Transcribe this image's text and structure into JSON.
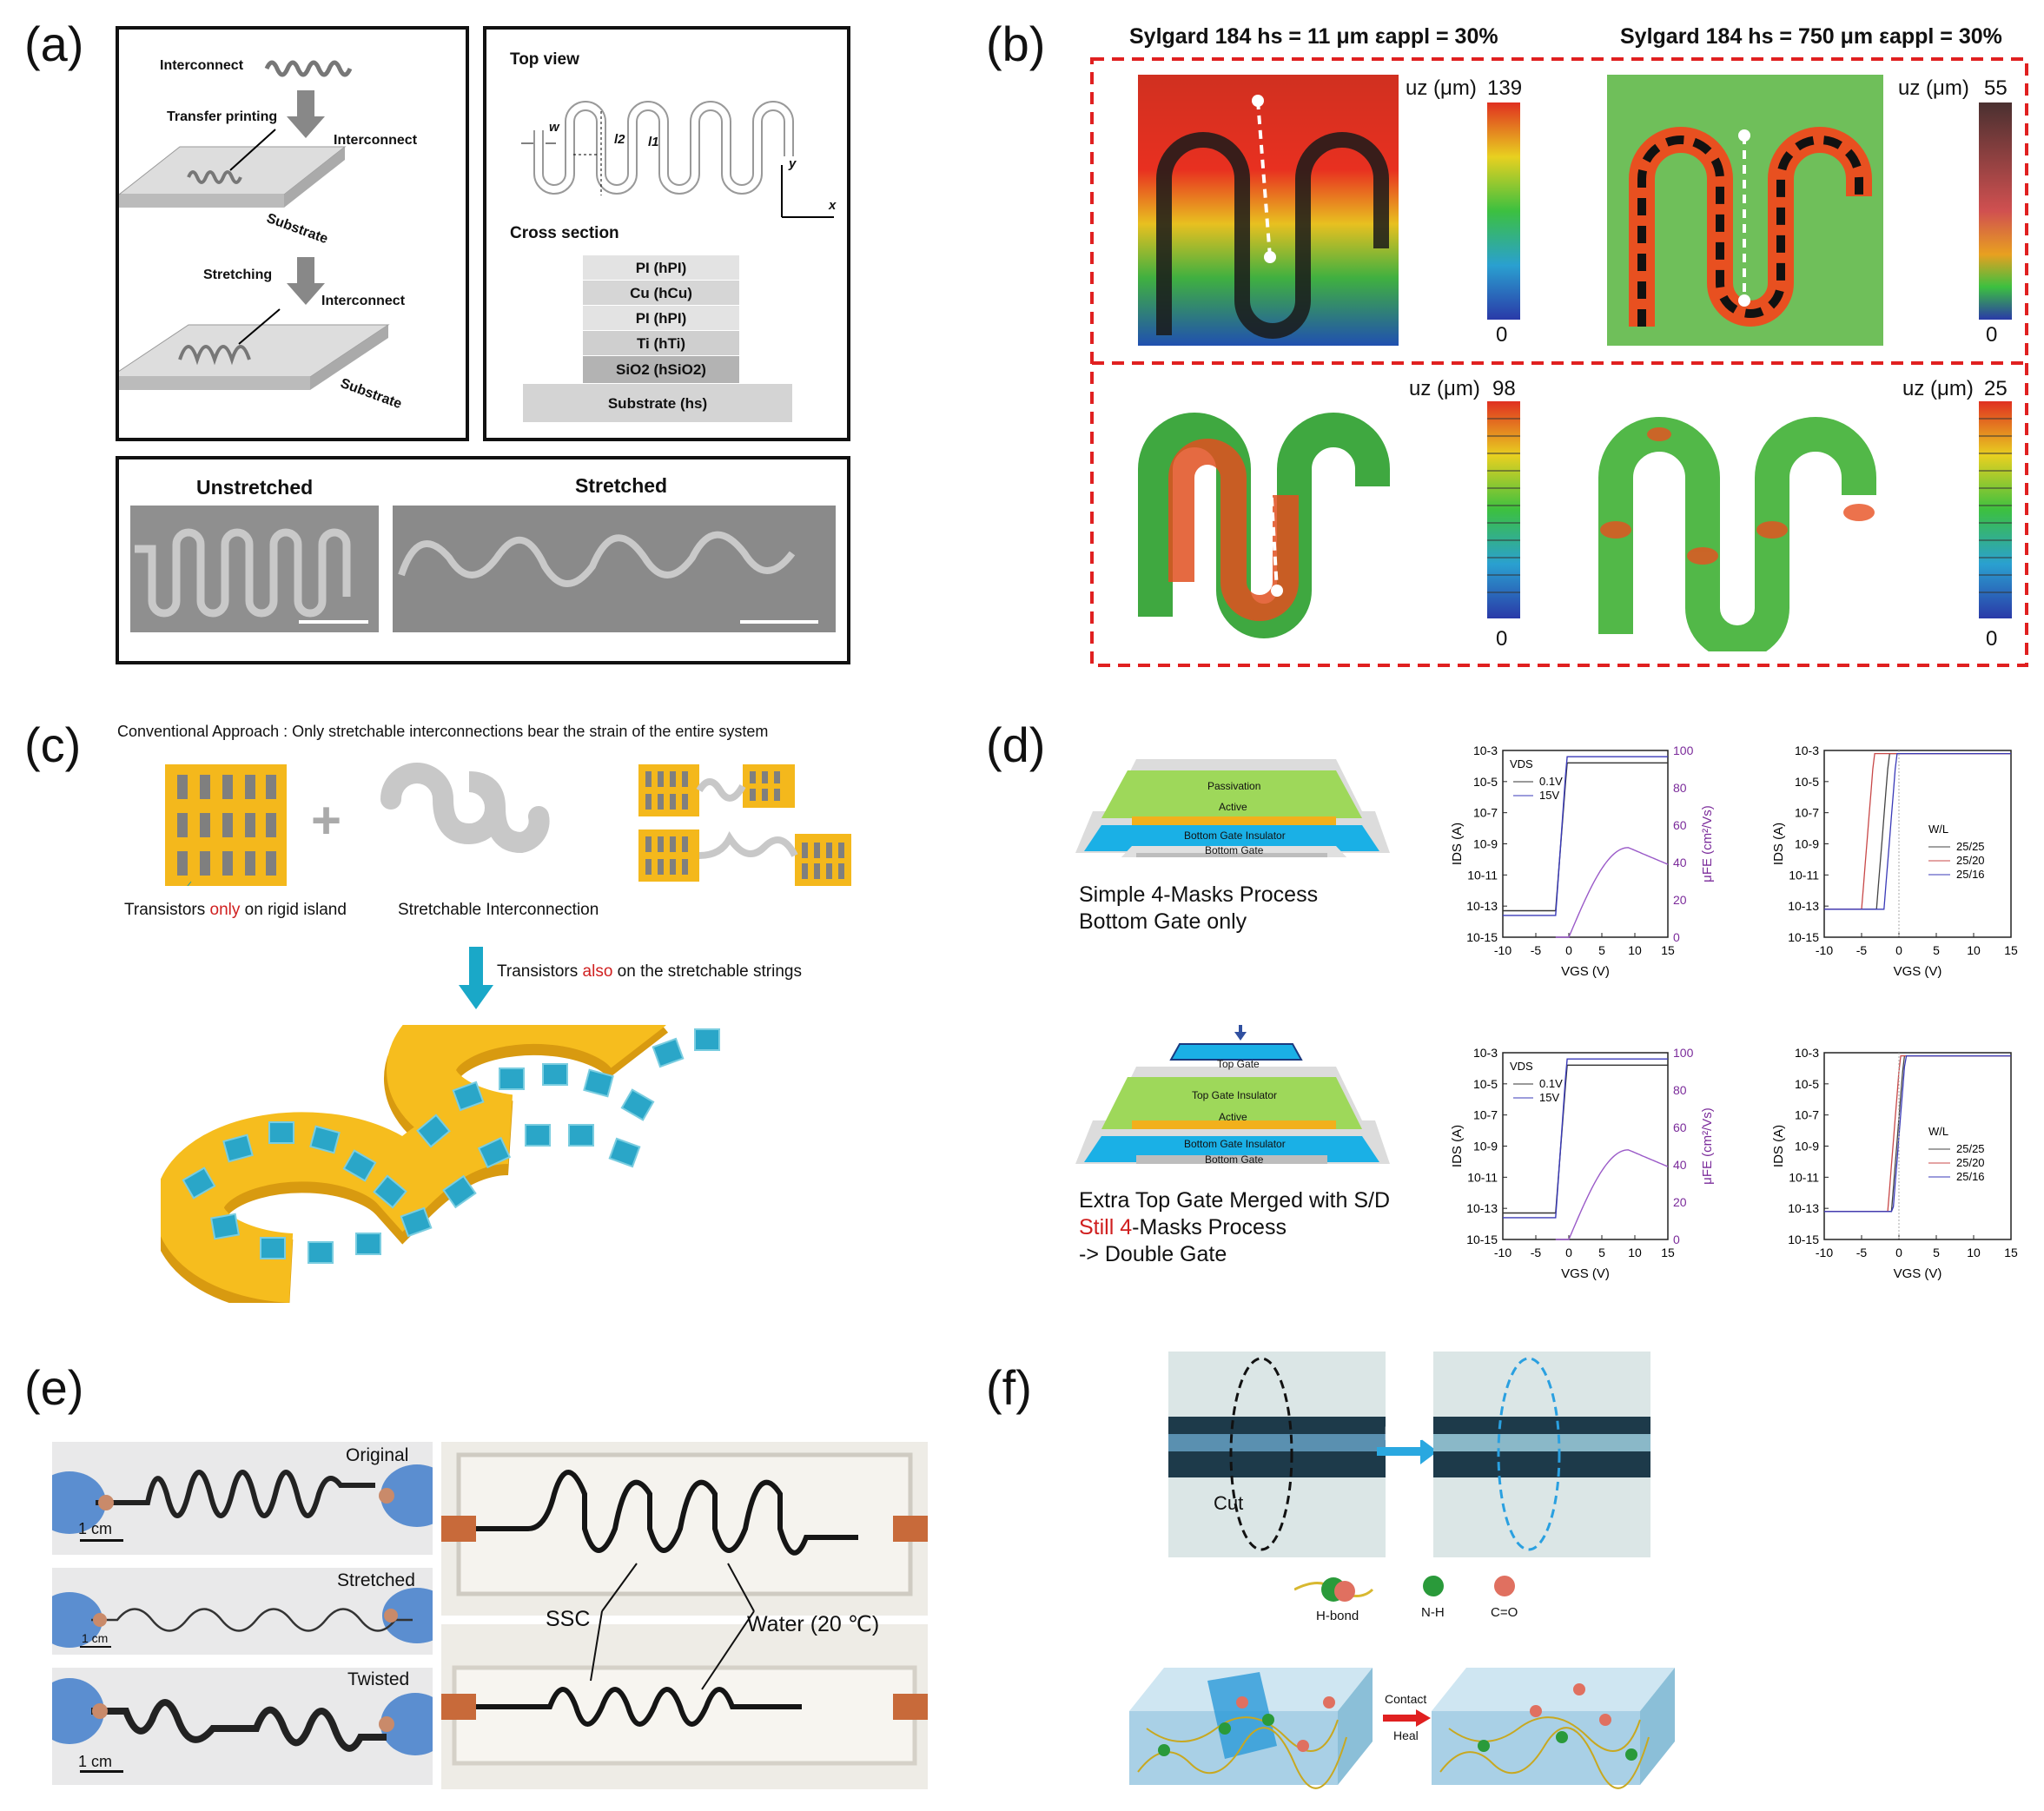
{
  "panels": {
    "a": "(a)",
    "b": "(b)",
    "c": "(c)",
    "d": "(d)",
    "e": "(e)",
    "f": "(f)"
  },
  "a": {
    "interconnect": "Interconnect",
    "transfer": "Transfer printing",
    "interconnect2": "Interconnect",
    "substrate": "Substrate",
    "stretching": "Stretching",
    "interconnect3": "Interconnect",
    "substrate2": "Substrate",
    "top_view": "Top view",
    "w": "w",
    "l2": "l2",
    "l1": "l1",
    "y": "y",
    "x": "x",
    "cross_section": "Cross section",
    "layers": [
      "PI (hPI)",
      "Cu (hCu)",
      "PI (hPI)",
      "Ti (hTi)",
      "SiO2 (hSiO2)",
      "Substrate (hs)"
    ],
    "unstretched": "Unstretched",
    "stretched": "Stretched"
  },
  "b": {
    "title_left": "Sylgard 184  hs = 11 μm εappl = 30%",
    "title_right": "Sylgard 184  hs = 750 μm εappl = 30%",
    "cb": [
      {
        "label": "uz (μm)",
        "max": "139",
        "min": "0"
      },
      {
        "label": "uz (μm)",
        "max": "55",
        "min": "0"
      },
      {
        "label": "uz (μm)",
        "max": "98",
        "min": "0"
      },
      {
        "label": "uz (μm)",
        "max": "25",
        "min": "0"
      }
    ]
  },
  "c": {
    "conventional": "Conventional Approach : Only stretchable interconnections bear the strain of the entire system",
    "plus": "+",
    "transistors_pre": "Transistors ",
    "only": "only",
    "transistors_post": " on rigid island",
    "stretchable": "Stretchable Interconnection",
    "also_pre": "Transistors ",
    "also": "also",
    "also_post": " on the stretchable strings"
  },
  "d": {
    "top": {
      "passivation": "Passivation",
      "active": "Active",
      "bgi": "Bottom Gate Insulator",
      "bg": "Bottom Gate",
      "line1": "Simple 4-Masks Process",
      "line2": "Bottom Gate only"
    },
    "bottom": {
      "tg": "Top Gate",
      "tgi": "Top Gate Insulator",
      "active": "Active",
      "bgi": "Bottom Gate Insulator",
      "bg": "Bottom Gate",
      "line1": "Extra Top Gate Merged with S/D",
      "line2_red": "Still 4",
      "line2_rest": "-Masks Process",
      "line3": "-> Double Gate"
    },
    "plots": {
      "yticks": [
        "10-3",
        "10-5",
        "10-7",
        "10-9",
        "10-11",
        "10-13",
        "10-15"
      ],
      "xticks": [
        "-10",
        "-5",
        "0",
        "5",
        "10",
        "15"
      ],
      "y2ticks": [
        "100",
        "80",
        "60",
        "40",
        "20",
        "0"
      ],
      "ylabel": "IDS (A)",
      "xlabel": "VGS (V)",
      "y2label": "μFE (cm²/Vs)",
      "vds": "VDS",
      "v01": "0.1V",
      "v15": "15V",
      "wl": "W/L",
      "wl_vals": [
        "25/25",
        "25/20",
        "25/16"
      ]
    }
  },
  "e": {
    "original": "Original",
    "stretched": "Stretched",
    "twisted": "Twisted",
    "scale": "1 cm",
    "ssc": "SSC",
    "water": "Water (20 ℃)"
  },
  "f": {
    "cut": "Cut",
    "heal": "Heal",
    "hbond": "H-bond",
    "nh": "N-H",
    "co": "C=O",
    "contact": "Contact",
    "heal2": "Heal"
  },
  "chart_data": [
    {
      "type": "line",
      "panel": "d-top-left",
      "xlabel": "VGS (V)",
      "ylabel": "IDS (A)",
      "y2label": "μFE (cm²/Vs)",
      "xlim": [
        -10,
        15
      ],
      "series": [
        {
          "name": "0.1V"
        },
        {
          "name": "15V"
        }
      ]
    },
    {
      "type": "line",
      "panel": "d-top-right",
      "xlabel": "VGS (V)",
      "ylabel": "IDS (A)",
      "xlim": [
        -10,
        15
      ],
      "series": [
        {
          "name": "25/25"
        },
        {
          "name": "25/20"
        },
        {
          "name": "25/16"
        }
      ]
    },
    {
      "type": "line",
      "panel": "d-bottom-left",
      "xlabel": "VGS (V)",
      "ylabel": "IDS (A)",
      "y2label": "μFE (cm²/Vs)",
      "xlim": [
        -10,
        15
      ],
      "series": [
        {
          "name": "0.1V"
        },
        {
          "name": "15V"
        }
      ]
    },
    {
      "type": "line",
      "panel": "d-bottom-right",
      "xlabel": "VGS (V)",
      "ylabel": "IDS (A)",
      "xlim": [
        -10,
        15
      ],
      "series": [
        {
          "name": "25/25"
        },
        {
          "name": "25/20"
        },
        {
          "name": "25/16"
        }
      ]
    }
  ]
}
